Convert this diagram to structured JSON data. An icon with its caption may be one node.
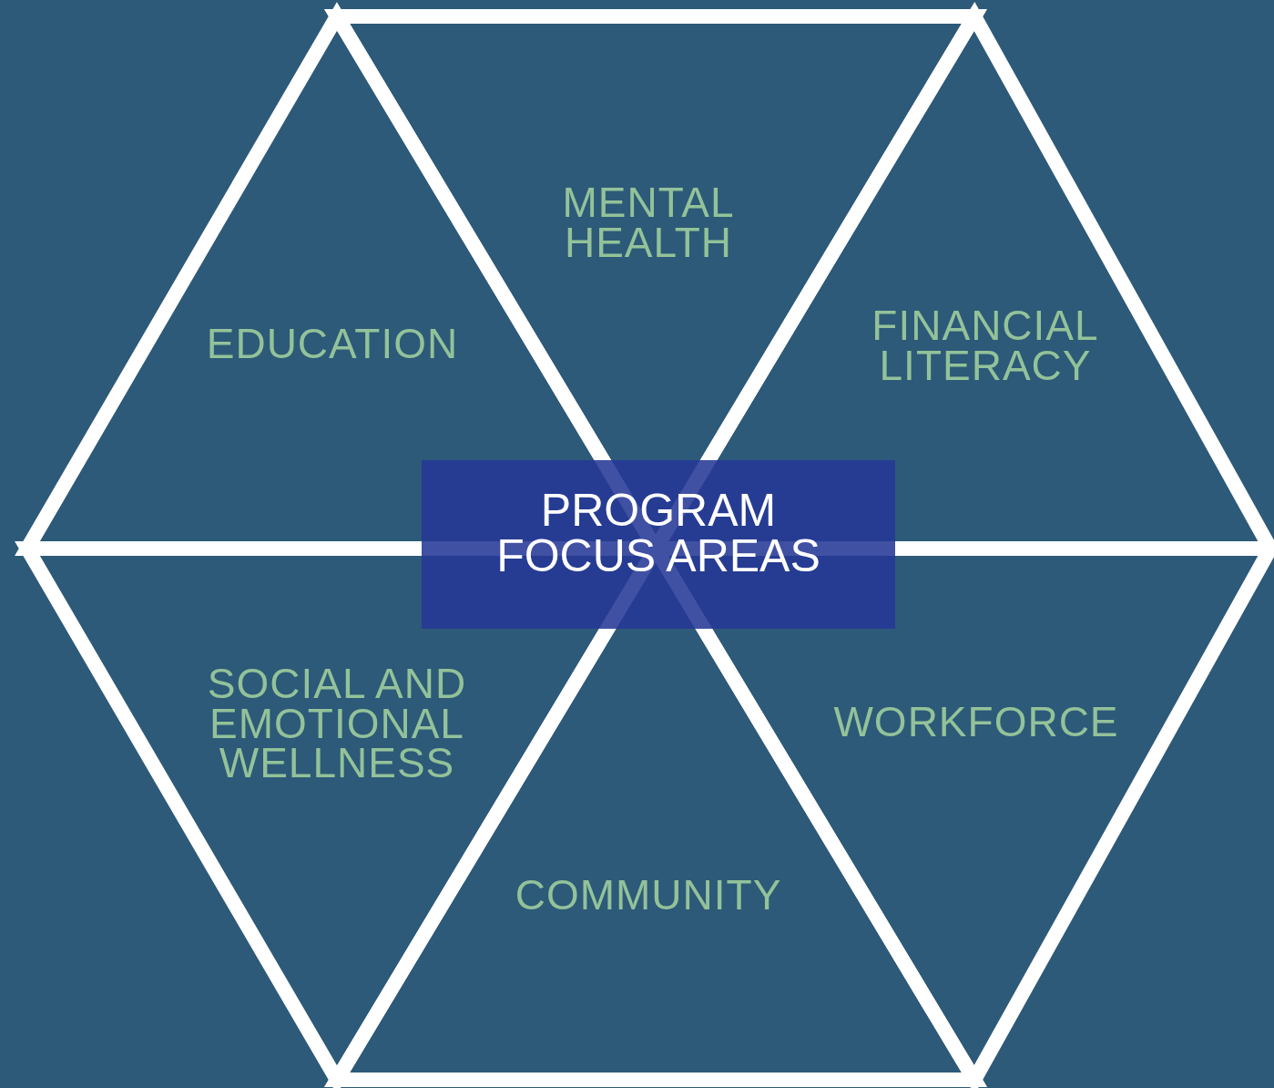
{
  "diagram": {
    "nodes": [
      {
        "text": [
          "MENTAL HEALTH"
        ]
      },
      {
        "text": [
          "EDUCATION"
        ]
      },
      {
        "text": [
          "FINANCIAL LITERACY"
        ]
      },
      {
        "text": [
          "PROGRAM FOCUS AREAS"
        ]
      },
      {
        "text": [
          "SOCIAL AND EMOTIONAL WELLNESS"
        ]
      },
      {
        "text": [
          "WORKFORCE"
        ]
      },
      {
        "text": [
          "COMMUNITY"
        ]
      }
    ]
  }
}
